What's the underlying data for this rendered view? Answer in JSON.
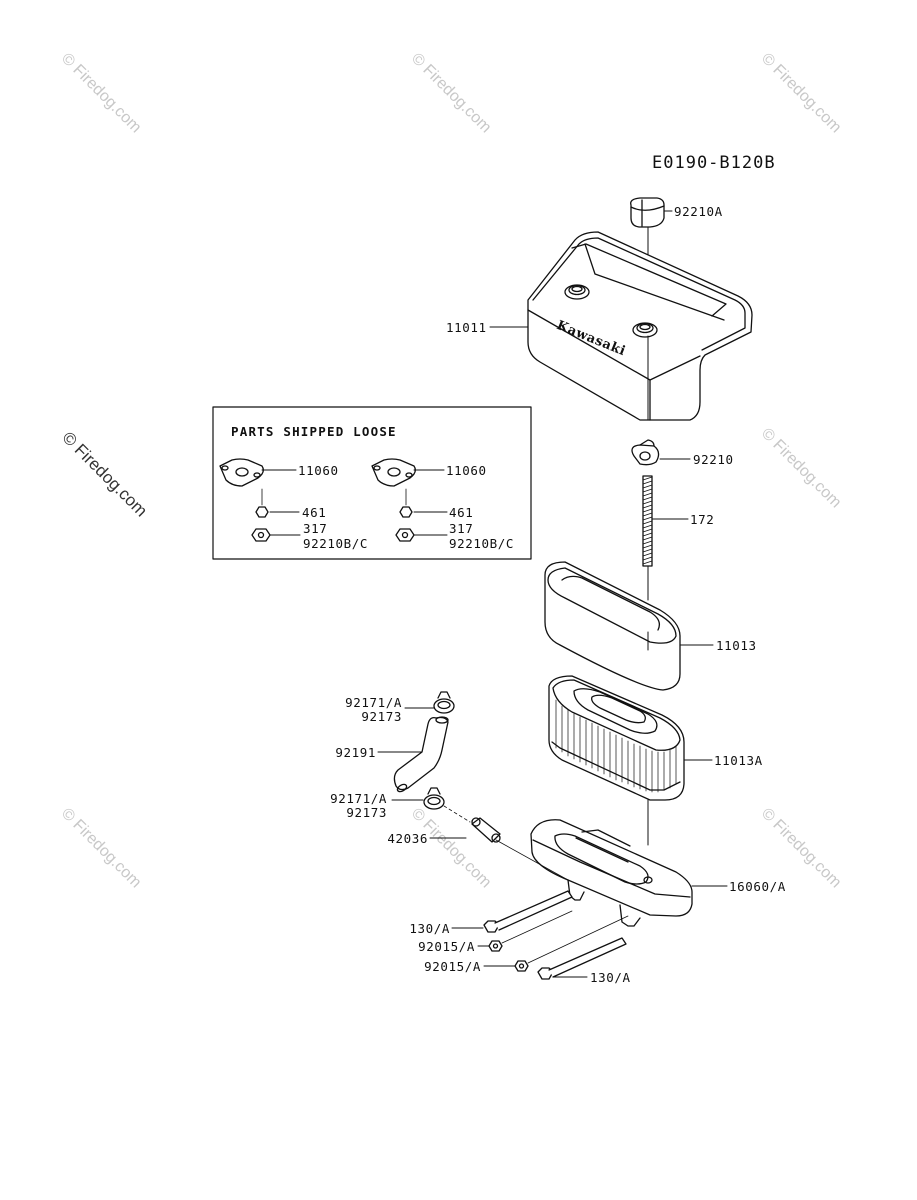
{
  "diagram_code": "E0190-B120B",
  "watermark": "© Firedog.com",
  "loose_parts_title": "PARTS SHIPPED LOOSE",
  "loose_parts": {
    "left": {
      "gasket": "11060",
      "nut_a": "461",
      "nut_b1": "317",
      "nut_b2": "92210B/C"
    },
    "right": {
      "gasket": "11060",
      "nut_a": "461",
      "nut_b1": "317",
      "nut_b2": "92210B/C"
    }
  },
  "parts": {
    "p92210A": "92210A",
    "p11011": "11011",
    "p92210": "92210",
    "p172": "172",
    "p11013": "11013",
    "p11013A": "11013A",
    "p16060A": "16060/A",
    "p92171A_top_1": "92171/A",
    "p92173_top_2": "92173",
    "p92191": "92191",
    "p92171A_bot_1": "92171/A",
    "p92173_bot_2": "92173",
    "p42036": "42036",
    "p130A_left": "130/A",
    "p92015A_1": "92015/A",
    "p92015A_2": "92015/A",
    "p130A_right": "130/A"
  },
  "cover_logo": "Kawasaki"
}
